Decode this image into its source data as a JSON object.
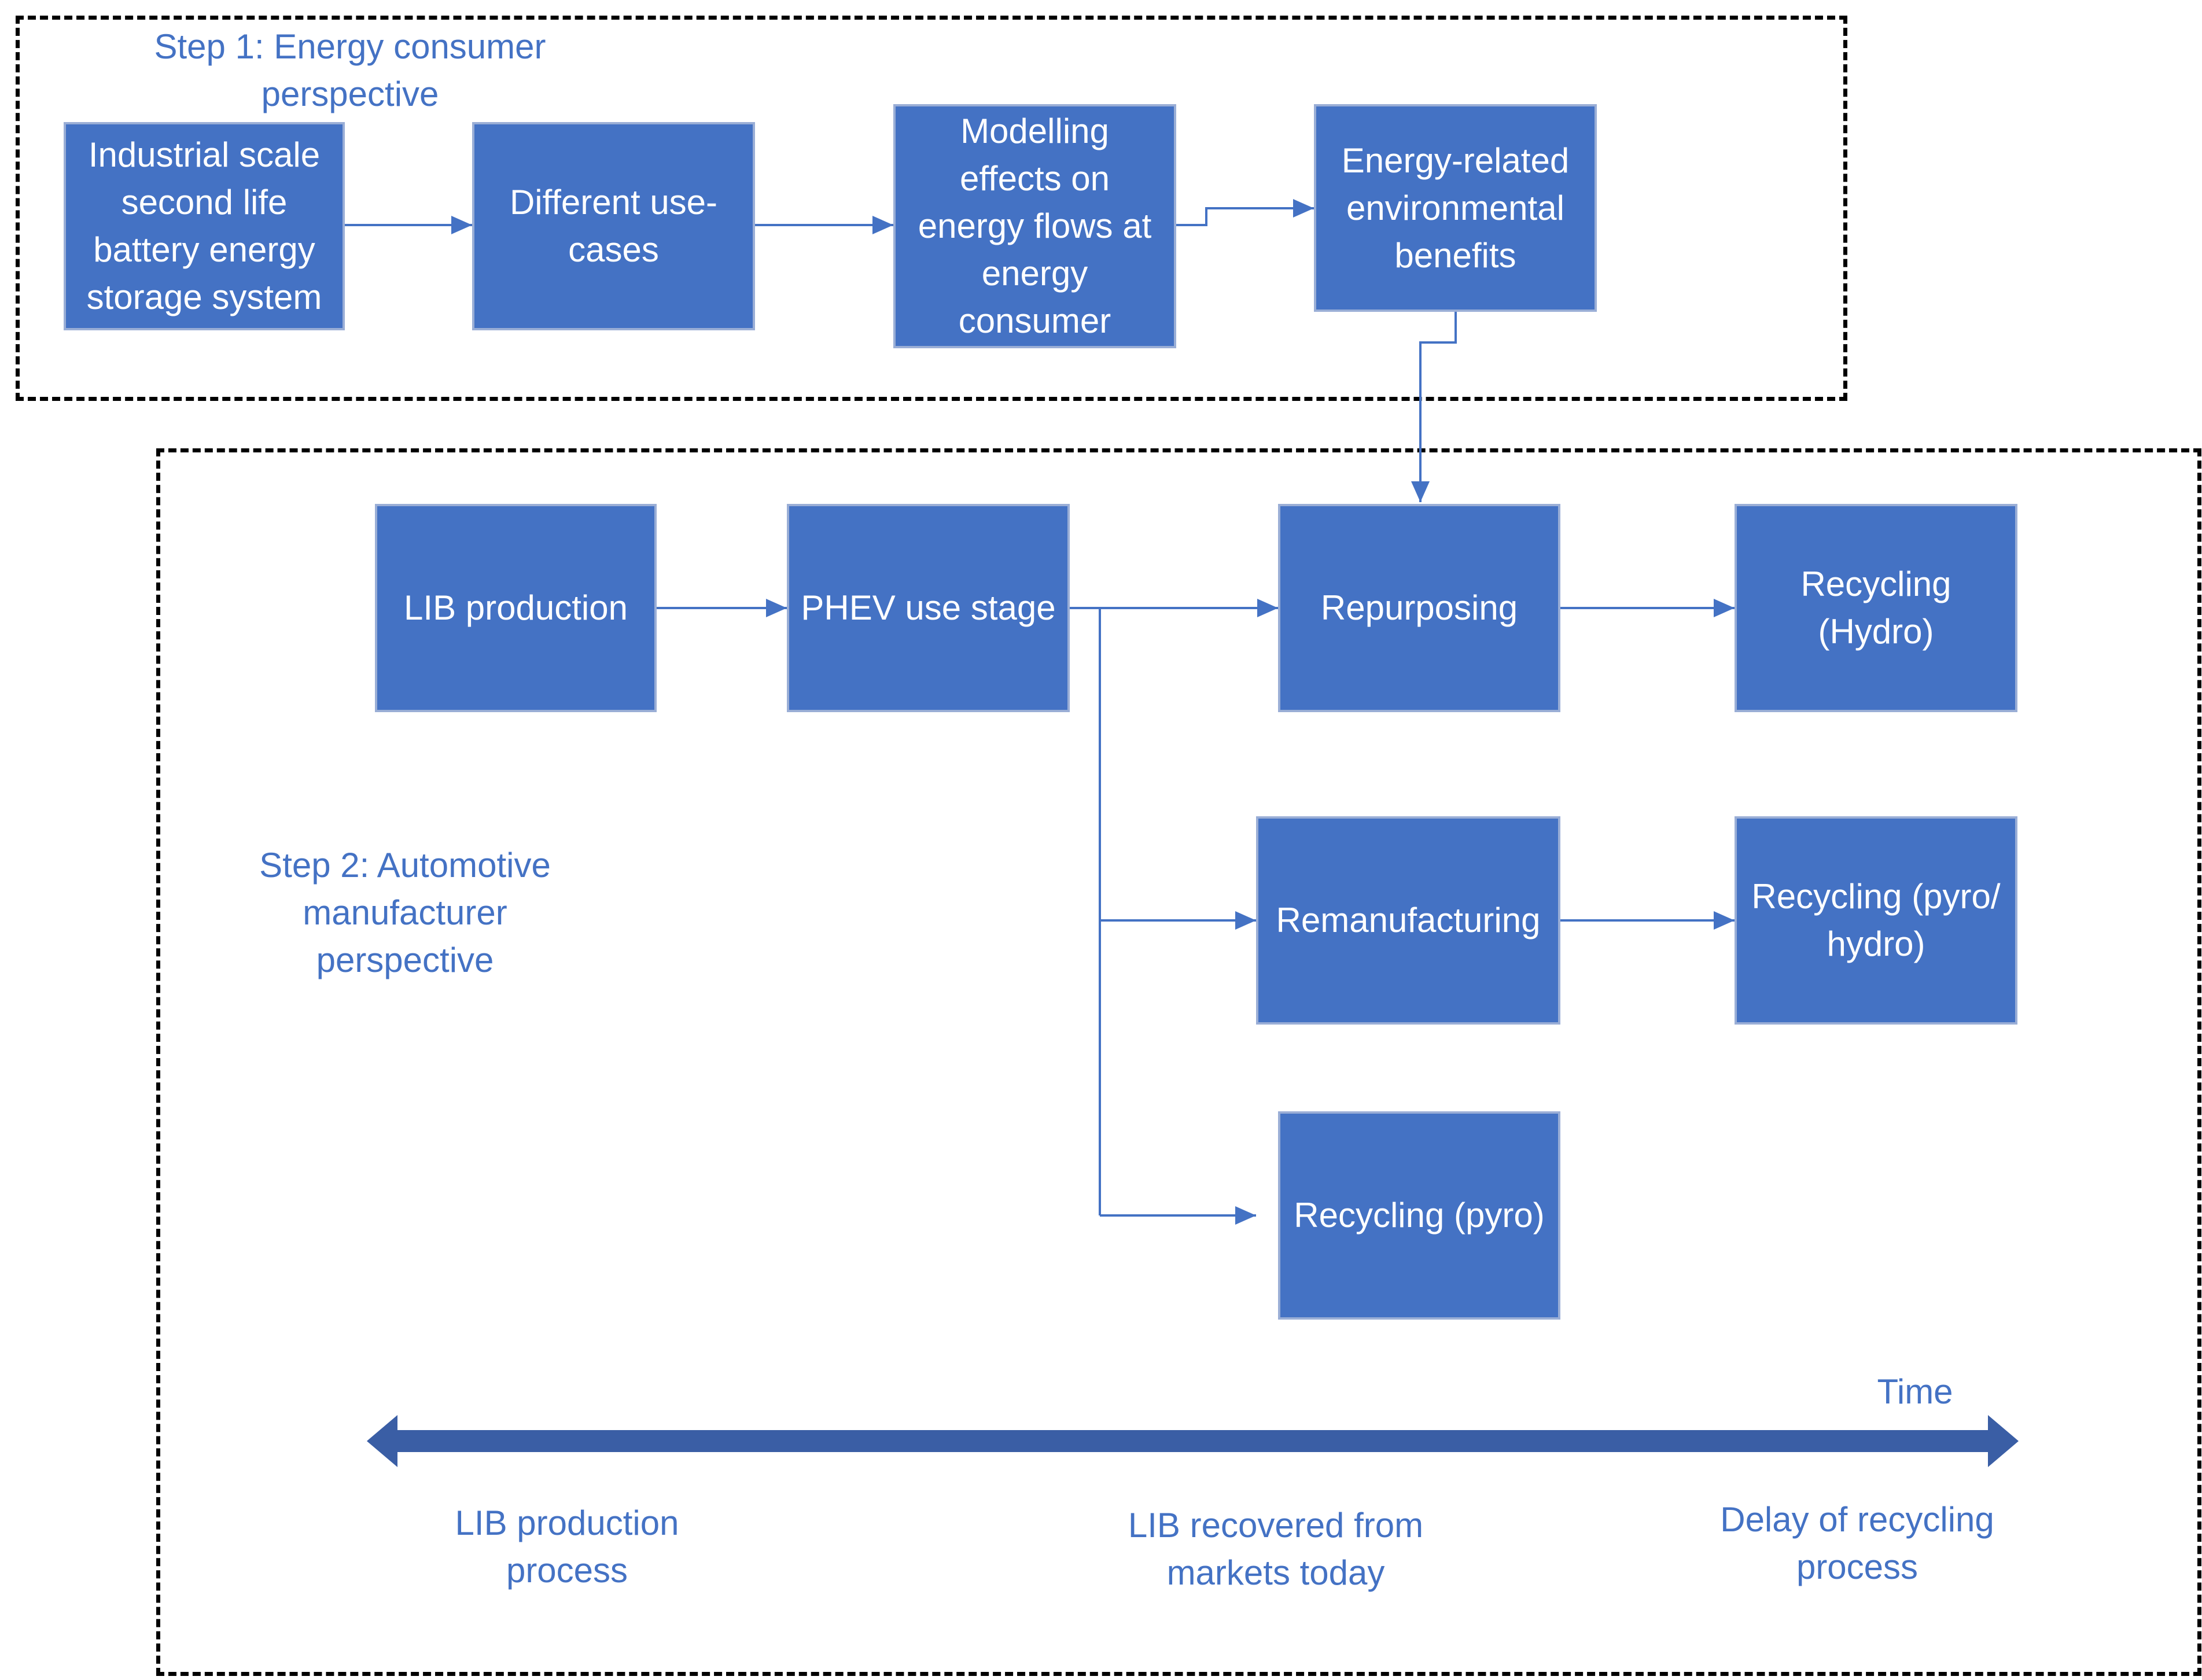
{
  "step1": {
    "title": "Step 1: Energy consumer\nperspective",
    "boxes": [
      "Industrial scale\nsecond life\nbattery energy\nstorage system",
      "Different use-\ncases",
      "Modelling\neffects on\nenergy flows at\nenergy\nconsumer",
      "Energy-related\nenvironmental\nbenefits"
    ]
  },
  "step2": {
    "title": "Step 2: Automotive\nmanufacturer\nperspective",
    "boxes": {
      "lib_production": "LIB production",
      "phev_use_stage": "PHEV use stage",
      "repurposing": "Repurposing",
      "recycling_hydro": "Recycling\n(Hydro)",
      "remanufacturing": "Remanufacturing",
      "recycling_pyro_hydro": "Recycling (pyro/\nhydro)",
      "recycling_pyro": "Recycling (pyro)"
    }
  },
  "timeline": {
    "label": "Time",
    "left": "LIB production\nprocess",
    "middle": "LIB recovered from\nmarkets today",
    "right": "Delay of recycling\nprocess"
  },
  "colors": {
    "box_fill": "#4472c4",
    "box_border": "#9aaed6",
    "connector": "#4472c4",
    "timeline_arrow": "#3a5ea5",
    "frame": "#000000"
  }
}
